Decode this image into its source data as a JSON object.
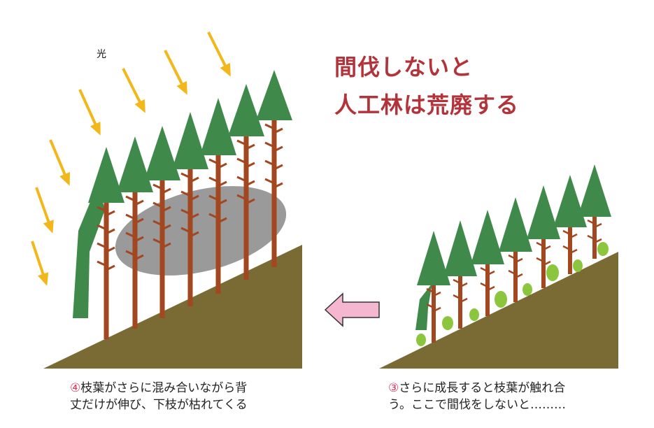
{
  "title": {
    "line1": "間伐しないと",
    "line2": "人工林は荒廃する"
  },
  "light_label": "光",
  "colors": {
    "ground": "#7a6b35",
    "tree": "#3f8a4a",
    "trunk": "#a2471f",
    "arrow": "#f2b71a",
    "shade": "#9a9a9a",
    "undergrowth": "#8cc63f",
    "title": "#b3333a",
    "pink_arrow": "#f5b7cf"
  },
  "captions": {
    "left": {
      "number": "④",
      "line1": "枝葉がさらに混み合いながら背",
      "line2": "丈だけが伸び、下枝が枯れてくる"
    },
    "right": {
      "number": "③",
      "line1": "さらに成長すると枝葉が触れ合",
      "line2": "う。ここで間伐をしないと………"
    }
  }
}
